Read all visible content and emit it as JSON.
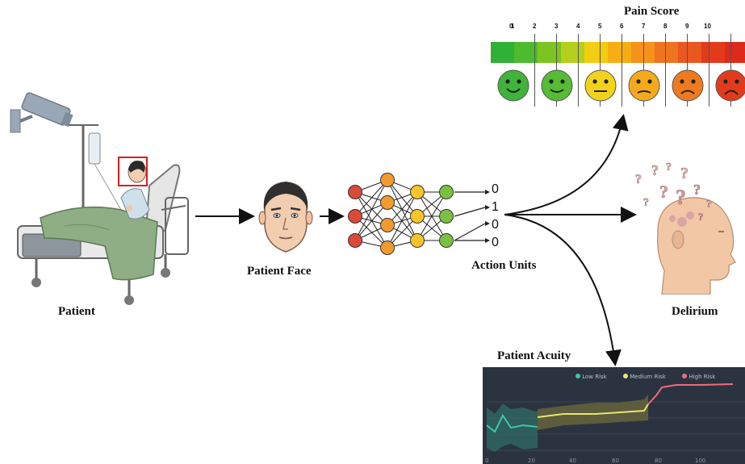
{
  "labels": {
    "patient": "Patient",
    "patient_face": "Patient Face",
    "action_units": "Action Units",
    "delirium": "Delirium",
    "pain_score": "Pain Score",
    "patient_acuity": "Patient Acuity"
  },
  "action_unit_values": [
    "0",
    "1",
    "0",
    "0"
  ],
  "pain_scale": {
    "ticks": [
      "0",
      "1",
      "2",
      "3",
      "4",
      "5",
      "6",
      "7",
      "8",
      "9",
      "10"
    ],
    "colors": [
      "#2eb135",
      "#4dbb2e",
      "#7cc520",
      "#b4cf1c",
      "#f2cd11",
      "#f6ad14",
      "#f4921a",
      "#ee7420",
      "#e8581f",
      "#e23b1c",
      "#de2a1a"
    ]
  },
  "acuity_chart": {
    "legend": [
      "Low Risk",
      "Medium Risk",
      "High Risk"
    ],
    "legend_colors": [
      "#3fc7a3",
      "#e6e873",
      "#f06b7a"
    ],
    "x_ticks": [
      "0",
      "20",
      "40",
      "60",
      "80",
      "100"
    ]
  },
  "colors": {
    "nn_red": "#d94a3a",
    "nn_orange": "#f29a2e",
    "nn_yellow": "#f6c52a",
    "nn_green": "#7cc041",
    "chart_bg": "#2c3340"
  }
}
